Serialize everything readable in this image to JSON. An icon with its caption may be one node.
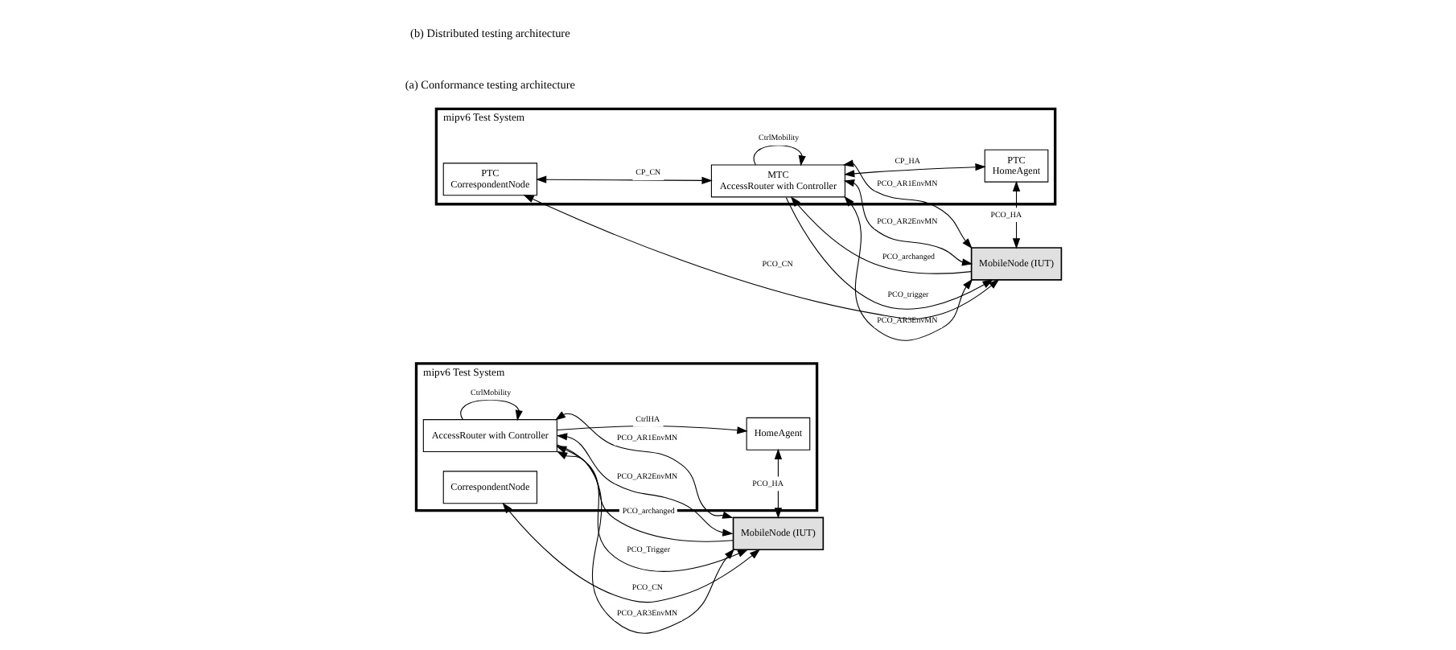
{
  "diagram": {
    "nodes": [
      {
        "text": [
          "mipv6 Test System"
        ]
      },
      {
        "text": [
          "HomeAgent"
        ],
        "in": 0
      },
      {
        "text": [
          "AccessRouter with Controller"
        ],
        "in": 0
      },
      {
        "text": [
          "MobileNode (IUT)"
        ]
      },
      {
        "text": [
          "CorrespondentNode"
        ],
        "in": 0
      },
      {
        "text": [
          "mipv6 Test System"
        ]
      },
      {
        "text": [
          "PTC",
          "HomeAgent"
        ],
        "in": 5
      },
      {
        "text": [
          "MTC",
          "AccessRouter with Controller"
        ],
        "in": 5
      },
      {
        "text": [
          "MobileNode (IUT)"
        ]
      },
      {
        "text": [
          "PTC",
          "CorrespondentNode"
        ],
        "in": 5
      }
    ],
    "edges": [
      {
        "from": 2,
        "to": 1,
        "arrow": "to",
        "label": "CtrlHA"
      },
      {
        "from": 2,
        "to": 3,
        "arrow": "to",
        "label": "PCO_Trigger"
      },
      {
        "from": 3,
        "to": 2,
        "arrow": "to",
        "label": "PCO_archanged"
      },
      {
        "from": 2,
        "to": 3,
        "arrow": "both",
        "label": "PCO_AR1EnvMN"
      },
      {
        "from": 2,
        "to": 3,
        "arrow": "both",
        "label": "PCO_AR2EnvMN"
      },
      {
        "from": 2,
        "to": 3,
        "arrow": "both",
        "label": "PCO_AR3EnvMN"
      },
      {
        "from": 3,
        "to": 1,
        "arrow": "both",
        "label": "PCO_HA"
      },
      {
        "from": 3,
        "to": 4,
        "arrow": "both",
        "label": "PCO_CN"
      },
      {
        "from": 2,
        "to": 2,
        "arrow": "to",
        "label": "CtrlMobility"
      },
      {
        "from": 7,
        "to": 6,
        "arrow": "both",
        "label": "CP_HA"
      },
      {
        "from": 7,
        "to": 8,
        "arrow": "to",
        "label": "PCO_trigger"
      },
      {
        "from": 8,
        "to": 7,
        "arrow": "to",
        "label": "PCO_archanged"
      },
      {
        "from": 7,
        "to": 8,
        "arrow": "both",
        "label": "PCO_AR1EnvMN"
      },
      {
        "from": 7,
        "to": 8,
        "arrow": "both",
        "label": "PCO_AR2EnvMN"
      },
      {
        "from": 7,
        "to": 8,
        "arrow": "both",
        "label": "PCO_AR3EnvMN"
      },
      {
        "from": 8,
        "to": 6,
        "arrow": "both",
        "label": "PCO_HA"
      },
      {
        "from": 8,
        "to": 9,
        "arrow": "both",
        "label": "PCO_CN"
      },
      {
        "from": 7,
        "to": 7,
        "arrow": "to",
        "label": "CtrlMobility"
      },
      {
        "from": 9,
        "to": 7,
        "arrow": "both",
        "label": "CP_CN"
      }
    ],
    "labels": [
      "(a) Conformance testing architecture",
      "(b) Distributed testing architecture"
    ]
  }
}
